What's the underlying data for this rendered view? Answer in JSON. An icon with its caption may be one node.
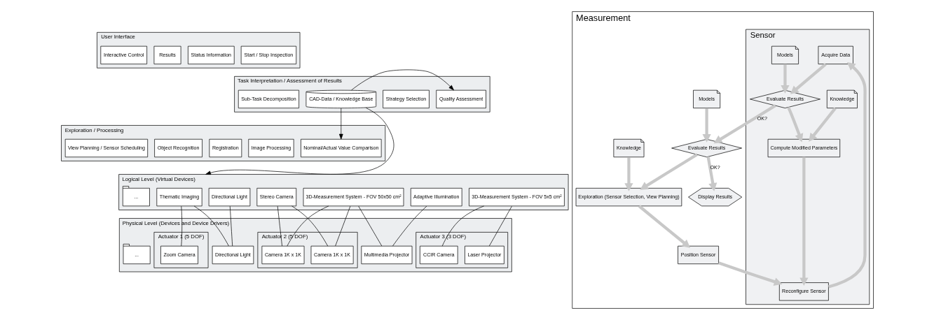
{
  "diagram": {
    "nodes": [
      {
        "text": [
          "User Interface"
        ]
      },
      {
        "text": [
          "Start / Stop Inspection"
        ],
        "in": 0
      },
      {
        "text": [
          "Status Information"
        ],
        "in": 0
      },
      {
        "text": [
          "Results"
        ],
        "in": 0
      },
      {
        "text": [
          "Interactive Control"
        ],
        "in": 0
      },
      {
        "text": [
          "Task Interpretation / Assessment of Results"
        ]
      },
      {
        "text": [
          "Sub-Task Decomposition"
        ],
        "in": 5
      },
      {
        "text": [
          "Strategy Selection"
        ],
        "in": 5
      },
      {
        "text": [
          "Quality Assessment"
        ],
        "in": 5
      },
      {
        "text": [
          "CAD-Data / Knowledge Base"
        ],
        "in": 5
      },
      {
        "text": [
          "Exploration / Processing"
        ]
      },
      {
        "text": [
          "View Planning / Sensor Scheduling"
        ],
        "in": 10
      },
      {
        "text": [
          "Image Processing"
        ],
        "in": 10
      },
      {
        "text": [
          "Registration"
        ],
        "in": 10
      },
      {
        "text": [
          "Object Recognition"
        ],
        "in": 10
      },
      {
        "text": [
          "Nominal/Actual Value Comparison"
        ],
        "in": 10
      },
      {
        "text": [
          "Logical Level (Virtual Devices)"
        ]
      },
      {
        "text": [
          "Thematic Imaging"
        ],
        "in": 16
      },
      {
        "text": [
          "Directional Light"
        ],
        "in": 16
      },
      {
        "text": [
          "Stereo Camera"
        ],
        "in": 16
      },
      {
        "text": [
          "3D-Measurement System - FOV 50x50 cm²"
        ],
        "in": 16
      },
      {
        "text": [
          "Adaptive Illumination"
        ],
        "in": 16
      },
      {
        "text": [
          "3D-Measurement System - FOV 5x5 cm²"
        ],
        "in": 16
      },
      {
        "text": [
          "..."
        ],
        "in": 16
      },
      {
        "text": [
          "Physical Level (Devices and Device Drivers)"
        ]
      },
      {
        "text": [
          "Actuator 1 (5 DOF)"
        ],
        "in": 24
      },
      {
        "text": [
          "Zoom Camera"
        ],
        "in": 25
      },
      {
        "text": [
          "Directional Light"
        ],
        "in": 24
      },
      {
        "text": [
          "Actuator 2 (5 DOF)"
        ],
        "in": 24
      },
      {
        "text": [
          "Camera 1K x 1K"
        ],
        "in": 28
      },
      {
        "text": [
          "Camera 1K x 1K"
        ],
        "in": 28
      },
      {
        "text": [
          "Multimedia Projector"
        ],
        "in": 24
      },
      {
        "text": [
          "Actuator 3 (3 DOF)"
        ],
        "in": 24
      },
      {
        "text": [
          "CCIR Camera"
        ],
        "in": 32
      },
      {
        "text": [
          "Laser Projector"
        ],
        "in": 32
      },
      {
        "text": [
          "..."
        ],
        "in": 24
      },
      {
        "text": [
          "Measurement"
        ]
      },
      {
        "text": [
          "Sensor"
        ],
        "in": 36
      },
      {
        "text": [
          "Acquire Data"
        ],
        "in": 37
      },
      {
        "text": [
          "Models"
        ],
        "in": 37
      },
      {
        "text": [
          "Reconfigure Sensor"
        ],
        "in": 37
      },
      {
        "text": [
          "Evaluate Results"
        ],
        "in": 37
      },
      {
        "text": [
          "Compute Modified Parameters"
        ],
        "in": 37
      },
      {
        "text": [
          "Knowledge"
        ],
        "in": 37
      },
      {
        "text": [
          "Models"
        ],
        "in": 36
      },
      {
        "text": [
          "Position Sensor"
        ],
        "in": 36
      },
      {
        "text": [
          "Evaluate Results"
        ],
        "in": 36
      },
      {
        "text": [
          "Display Results"
        ],
        "in": 36
      },
      {
        "text": [
          "Exploration (Sensor Selection, View Planning)"
        ],
        "in": 36
      },
      {
        "text": [
          "Knowledge"
        ],
        "in": 36
      }
    ],
    "edges": [
      {
        "from": 9,
        "to": 8,
        "arrow": "to"
      },
      {
        "from": 9,
        "to": 15,
        "arrow": "to"
      },
      {
        "from": 9,
        "to": 16,
        "arrow": "to"
      },
      {
        "from": 17,
        "to": 26,
        "arrow": "none"
      },
      {
        "from": 17,
        "to": 27,
        "arrow": "none"
      },
      {
        "from": 18,
        "to": 27,
        "arrow": "none"
      },
      {
        "from": 19,
        "to": 29,
        "arrow": "none"
      },
      {
        "from": 19,
        "to": 30,
        "arrow": "none"
      },
      {
        "from": 20,
        "to": 29,
        "arrow": "none"
      },
      {
        "from": 20,
        "to": 30,
        "arrow": "none"
      },
      {
        "from": 20,
        "to": 31,
        "arrow": "none"
      },
      {
        "from": 21,
        "to": 31,
        "arrow": "none"
      },
      {
        "from": 22,
        "to": 33,
        "arrow": "none"
      },
      {
        "from": 22,
        "to": 34,
        "arrow": "none"
      },
      {
        "from": 40,
        "to": 38,
        "arrow": "to",
        "style": "thick",
        "color": "#c8c8c8"
      },
      {
        "from": 38,
        "to": 41,
        "arrow": "to",
        "style": "thick",
        "color": "#c8c8c8"
      },
      {
        "from": 39,
        "to": 41,
        "arrow": "to",
        "style": "thick",
        "color": "#c8c8c8"
      },
      {
        "from": 41,
        "to": 42,
        "arrow": "to",
        "style": "thick",
        "color": "#c8c8c8"
      },
      {
        "from": 43,
        "to": 42,
        "arrow": "to",
        "style": "thick",
        "color": "#c8c8c8"
      },
      {
        "from": 42,
        "to": 40,
        "arrow": "to",
        "style": "thick",
        "color": "#c8c8c8"
      },
      {
        "from": 41,
        "to": 46,
        "arrow": "to",
        "label": "OK?",
        "style": "thick",
        "color": "#c8c8c8"
      },
      {
        "from": 44,
        "to": 46,
        "arrow": "to",
        "style": "thick",
        "color": "#c8c8c8"
      },
      {
        "from": 46,
        "to": 47,
        "arrow": "to",
        "label": "OK?",
        "style": "thick",
        "color": "#c8c8c8"
      },
      {
        "from": 46,
        "to": 48,
        "arrow": "to",
        "style": "thick",
        "color": "#c8c8c8"
      },
      {
        "from": 49,
        "to": 48,
        "arrow": "to",
        "style": "thick",
        "color": "#c8c8c8"
      },
      {
        "from": 48,
        "to": 45,
        "arrow": "to",
        "style": "thick",
        "color": "#c8c8c8"
      },
      {
        "from": 45,
        "to": 40,
        "arrow": "to",
        "style": "thick",
        "color": "#c8c8c8"
      }
    ]
  }
}
